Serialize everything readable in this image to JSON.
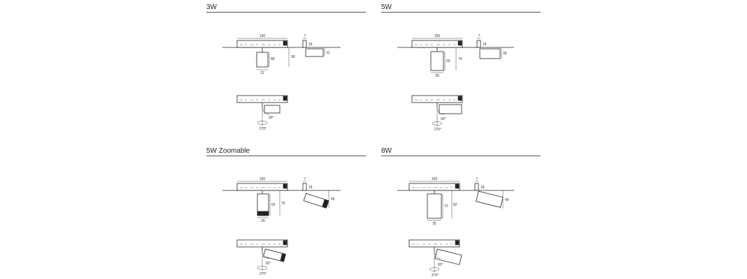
{
  "sections": [
    {
      "title": "3W",
      "dims": {
        "rail_len": "150",
        "width": "22",
        "height": "48",
        "total": "58",
        "side_w": "7",
        "side_h": "18",
        "side_body": "31"
      },
      "angles": {
        "tilt": "90°",
        "rotate": "270°"
      }
    },
    {
      "title": "5W",
      "dims": {
        "rail_len": "150",
        "width": "28",
        "height": "60",
        "total": "70",
        "side_w": "7",
        "side_h": "18",
        "side_body": "36"
      },
      "angles": {
        "tilt": "90°",
        "rotate": "270°"
      }
    },
    {
      "title": "5W Zoomable",
      "dims": {
        "rail_len": "150",
        "width": "30",
        "height": "65",
        "total": "76",
        "side_w": "7",
        "side_h": "18",
        "side_body": "45"
      },
      "angles": {
        "tilt": "82°",
        "rotate": "270°"
      }
    },
    {
      "title": "8W",
      "dims": {
        "rail_len": "150",
        "width": "35",
        "height": "72",
        "total": "82",
        "side_w": "7",
        "side_h": "18",
        "side_body": "49"
      },
      "angles": {
        "tilt": "82°",
        "rotate": "270°"
      }
    }
  ]
}
